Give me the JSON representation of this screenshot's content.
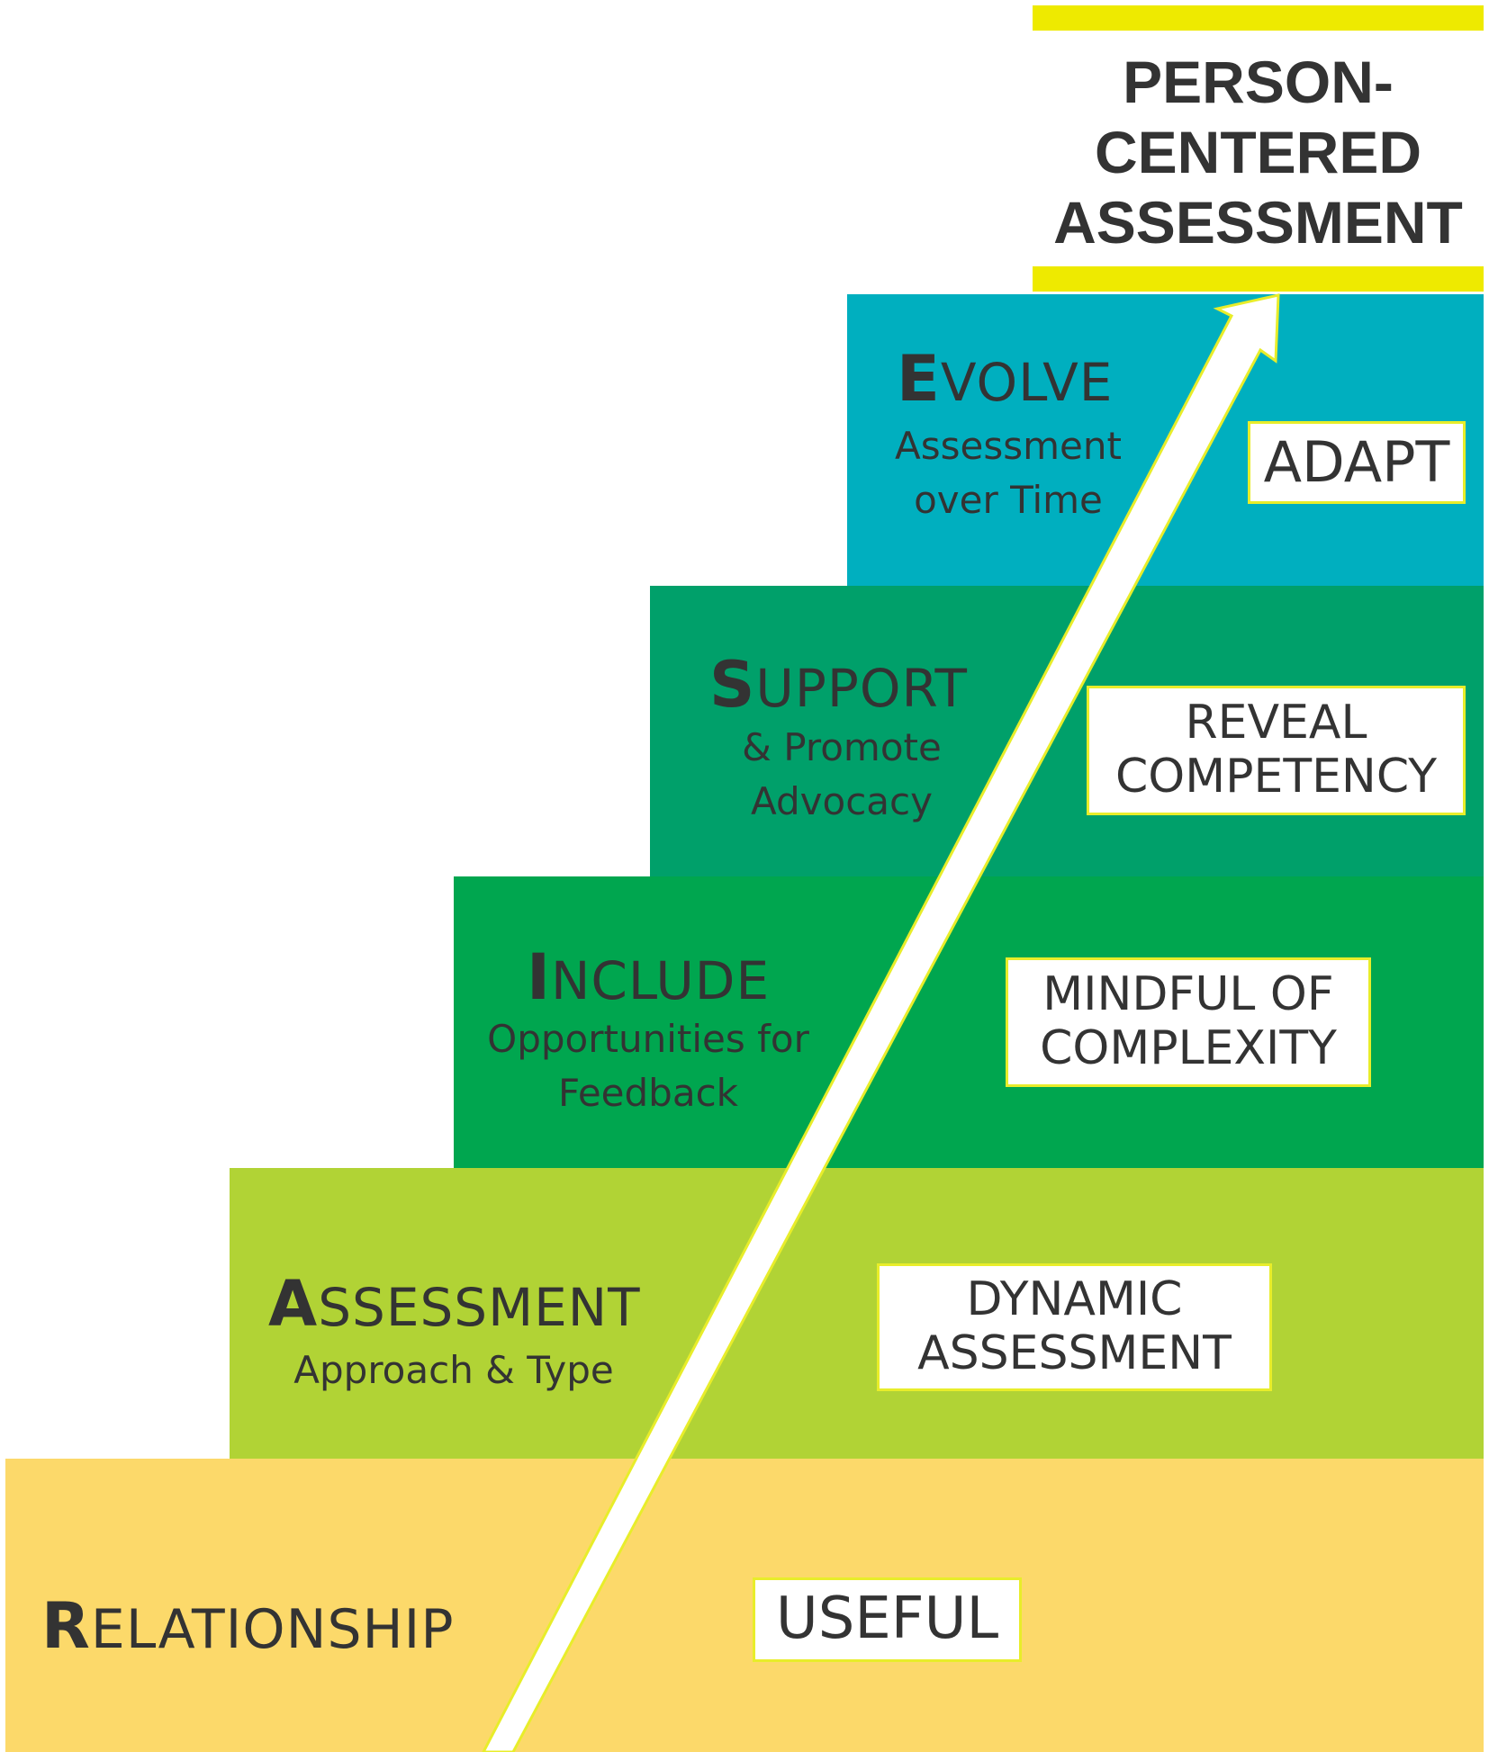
{
  "title": {
    "line1": "PERSON-",
    "line2": "CENTERED",
    "line3": "ASSESSMENT"
  },
  "steps": [
    {
      "initial": "R",
      "rest": "ELATIONSHIP",
      "sub1": "",
      "sub2": "",
      "box1": "USEFUL",
      "box2": "",
      "color": "#fcd96a"
    },
    {
      "initial": "A",
      "rest": "SSESSMENT",
      "sub1": "Approach & Type",
      "sub2": "",
      "box1": "DYNAMIC",
      "box2": "ASSESSMENT",
      "color": "#b1d335"
    },
    {
      "initial": "I",
      "rest": "NCLUDE",
      "sub1": "Opportunities for",
      "sub2": "Feedback",
      "box1": "MINDFUL OF",
      "box2": "COMPLEXITY",
      "color": "#00a64f"
    },
    {
      "initial": "S",
      "rest": "UPPORT",
      "sub1": "& Promote",
      "sub2": "Advocacy",
      "box1": "REVEAL",
      "box2": "COMPETENCY",
      "color": "#00a06a"
    },
    {
      "initial": "E",
      "rest": "VOLVE",
      "sub1": "Assessment",
      "sub2": "over Time",
      "box1": "ADAPT",
      "box2": "",
      "color": "#00afbf"
    }
  ],
  "colors": {
    "title_bar": "#eeea00",
    "box_border": "#e8ed2a",
    "arrow_fill": "#ffffff",
    "arrow_outline": "#e8ed2a"
  }
}
